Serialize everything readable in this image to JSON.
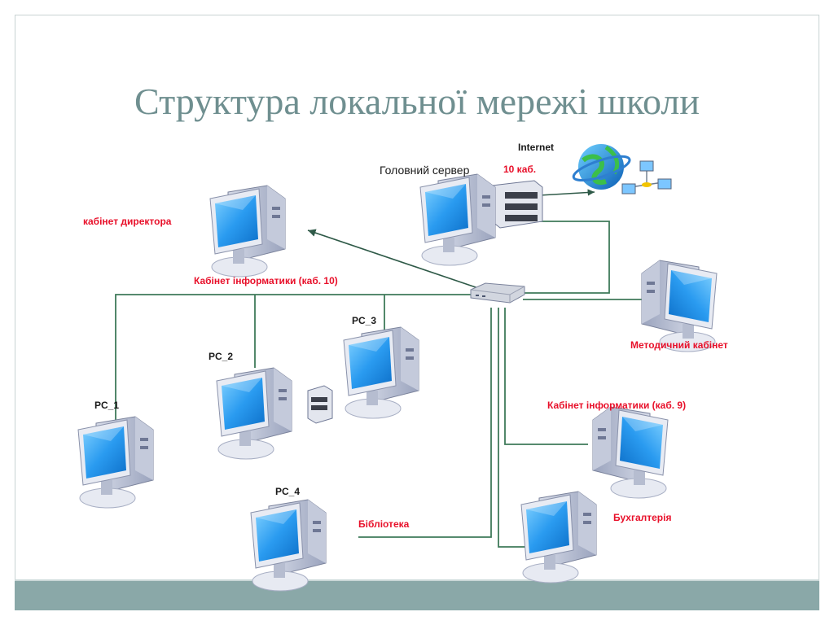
{
  "slide": {
    "title": "Структура локальної мережі школи"
  },
  "labels": {
    "internet": "Internet",
    "main_server": "Головний сервер",
    "server_room": "10 каб.",
    "director": "кабінет директора",
    "informatics_10": "Кабінет інформатики (каб. 10)",
    "methodical": "Методичний кабінет",
    "informatics_9": "Кабінет інформатики (каб. 9)",
    "library": "Бібліотека",
    "accounting": "Бухгалтерія",
    "pc1": "PC_1",
    "pc2": "PC_2",
    "pc3": "PC_3",
    "pc4": "PC_4"
  },
  "colors": {
    "title": "#6f8f90",
    "red_label": "#e8102a",
    "cable": "#3f7a5a",
    "footer": "#8aa8a8",
    "screen": "#1e8ee0"
  },
  "icons": [
    "globe-icon",
    "network-icon",
    "switch-icon",
    "computer-icon",
    "server-icon"
  ]
}
